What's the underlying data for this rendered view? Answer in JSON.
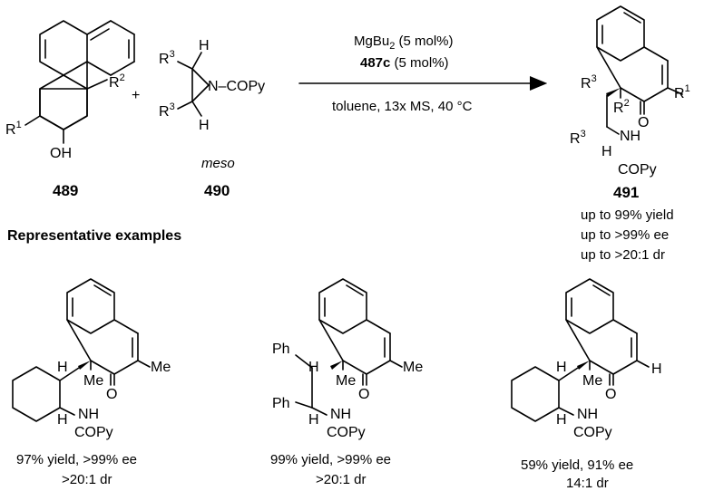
{
  "reagent": {
    "catalyst_line_prefix": "MgBu",
    "catalyst_line_sub": "2",
    "catalyst_line_suffix": " (5 mol%)",
    "ligand_bold": "487c",
    "ligand_suffix": " (5 mol%)",
    "conditions": "toluene, 13x MS, 40 °C"
  },
  "plus": "+",
  "labels": {
    "R1": "R",
    "R1_sup": "1",
    "R2": "R",
    "R2_sup": "2",
    "R3": "R",
    "R3_sup": "3",
    "OH": "OH",
    "H": "H",
    "N_COPy": "N–COPy",
    "NH": "NH",
    "COPy": "COPy",
    "O": "O",
    "Me": "Me",
    "Ph": "Ph"
  },
  "compounds": {
    "c489": "489",
    "c490": "490",
    "c490_desc": "meso",
    "c491": "491"
  },
  "summary": [
    "up to 99% yield",
    "up to >99% ee",
    "up to >20:1 dr"
  ],
  "section_title": "Representative examples",
  "examples": [
    {
      "line1": "97% yield, >99% ee",
      "line2": ">20:1 dr"
    },
    {
      "line1": "99% yield, >99% ee",
      "line2": ">20:1 dr"
    },
    {
      "line1": "59% yield, 91% ee",
      "line2": "14:1 dr"
    }
  ]
}
